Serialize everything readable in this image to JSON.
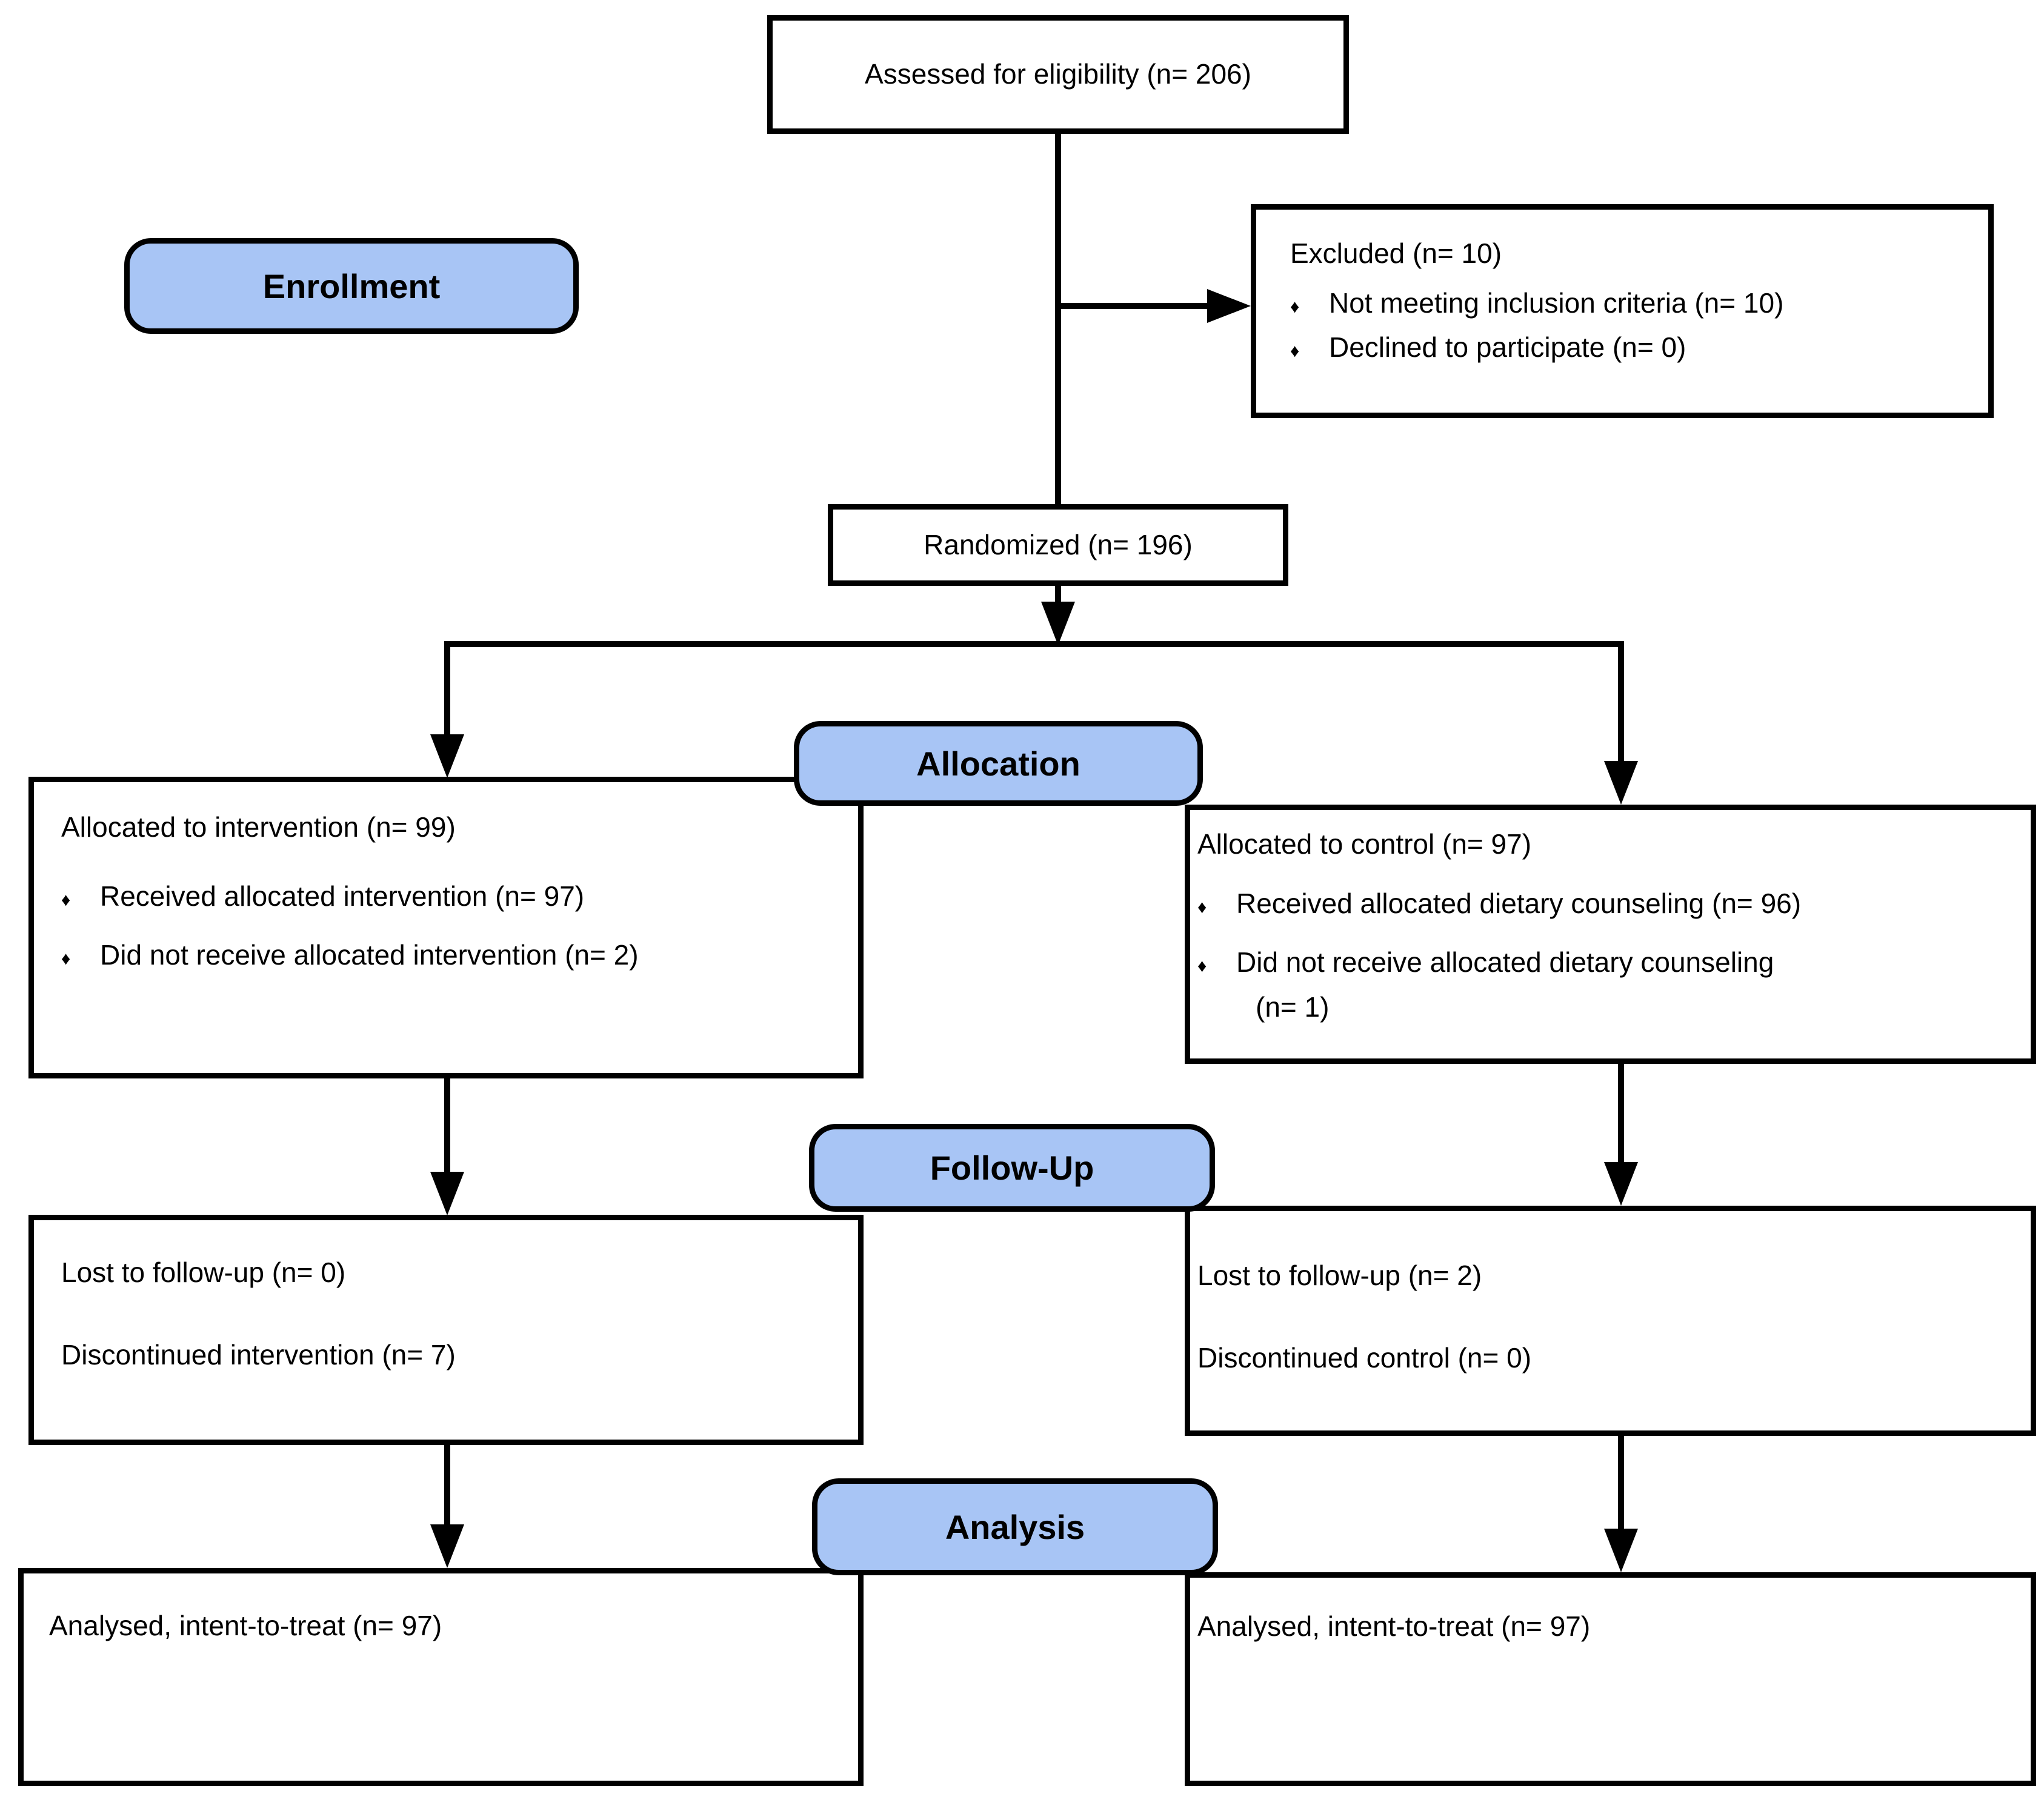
{
  "colors": {
    "stage_fill": "#A8C5F5",
    "line_color": "#000000",
    "background": "#FFFFFF",
    "text": "#000000"
  },
  "bullet_glyph": "♦",
  "stages": {
    "enrollment": "Enrollment",
    "allocation": "Allocation",
    "followup": "Follow-Up",
    "analysis": "Analysis"
  },
  "boxes": {
    "assessed": {
      "text": "Assessed for eligibility (n= 206)"
    },
    "excluded": {
      "title": "Excluded (n= 10)",
      "bullet1": "Not meeting inclusion criteria (n= 10)",
      "bullet2": "Declined to participate (n= 0)"
    },
    "randomized": {
      "text": "Randomized (n= 196)"
    },
    "alloc_intervention": {
      "title": "Allocated to intervention (n= 99)",
      "bullet1": "Received allocated intervention (n= 97)",
      "bullet2": "Did not receive allocated intervention (n= 2)"
    },
    "alloc_control": {
      "title": "Allocated to control (n= 97)",
      "bullet1": "Received allocated dietary counseling (n= 96)",
      "bullet2": "Did not receive allocated dietary counseling",
      "bullet2_cont": "(n= 1)"
    },
    "followup_intervention": {
      "line1": "Lost to follow-up (n= 0)",
      "line2": "Discontinued intervention (n= 7)"
    },
    "followup_control": {
      "line1": "Lost to follow-up (n= 2)",
      "line2": "Discontinued control (n= 0)"
    },
    "analysis_intervention": {
      "line1": "Analysed, intent-to-treat (n= 97)"
    },
    "analysis_control": {
      "line1": "Analysed, intent-to-treat (n= 97)"
    }
  }
}
